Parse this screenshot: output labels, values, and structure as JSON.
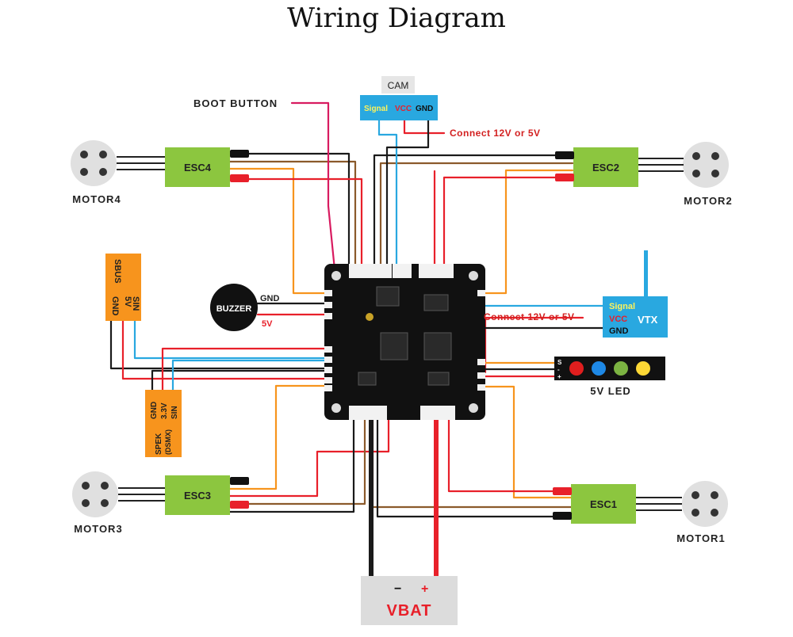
{
  "title": "Wiring Diagram",
  "motors": {
    "m1": "MOTOR1",
    "m2": "MOTOR2",
    "m3": "MOTOR3",
    "m4": "MOTOR4"
  },
  "escs": {
    "esc1": "ESC1",
    "esc2": "ESC2",
    "esc3": "ESC3",
    "esc4": "ESC4"
  },
  "boot_button": "BOOT BUTTON",
  "cam": {
    "title": "CAM",
    "signal": "Signal",
    "vcc": "VCC",
    "gnd": "GND",
    "note": "Connect 12V or 5V"
  },
  "buzzer": {
    "label": "BUZZER",
    "gnd": "GND",
    "v5": "5V"
  },
  "sbus": {
    "col1": "SBUS",
    "col2": "5V",
    "col3": "GND",
    "col4": "SIN"
  },
  "spek": {
    "pins": [
      "GND",
      "3.3V",
      "SIN"
    ],
    "name": "SPEK",
    "sub": "(DSMX)"
  },
  "vtx": {
    "title": "VTX",
    "signal": "Signal",
    "vcc": "VCC",
    "gnd": "GND",
    "note": "Connect 12V or 5V"
  },
  "led": {
    "label": "5V LED",
    "pins": [
      "S",
      "-",
      "+"
    ],
    "colors": [
      "#e01e1e",
      "#1e88e5",
      "#7cb342",
      "#fdd835"
    ]
  },
  "vbat": {
    "label": "VBAT",
    "minus": "−",
    "plus": "+"
  },
  "colors": {
    "esc_green": "#8cc63f",
    "orange_module": "#f7941d",
    "cam_blue": "#29a8e0",
    "wire_red": "#e8202a",
    "wire_orange": "#f7941d",
    "wire_brown": "#8b5a2b",
    "wire_blue": "#29a8e0",
    "wire_black": "#1a1a1a",
    "pcb": "#111111"
  }
}
